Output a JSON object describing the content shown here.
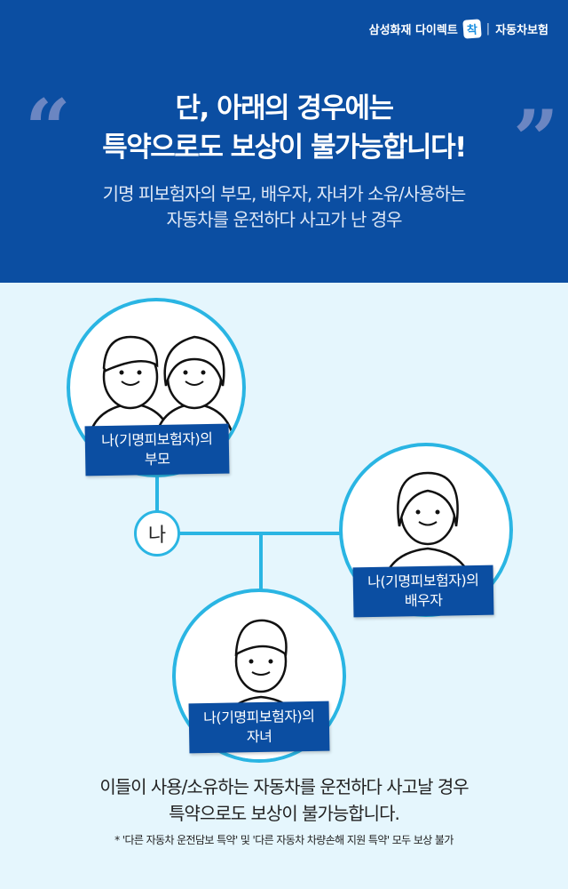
{
  "header": {
    "brand": "삼성화재 다이렉트",
    "brand_logo": "착",
    "category": "자동차보험",
    "title_line1": "단, 아래의 경우에는",
    "title_line2": "특약으로도 보상이 불가능합니다!",
    "sub_line1": "기명 피보험자의 부모, 배우자, 자녀가 소유/사용하는",
    "sub_line2": "자동차를 운전하다 사고가 난 경우",
    "open_quote": "“",
    "close_quote": "”"
  },
  "diagram": {
    "me": "나",
    "parents": {
      "line1": "나(기명피보험자)의",
      "line2": "부모"
    },
    "spouse": {
      "line1": "나(기명피보험자)의",
      "line2": "배우자"
    },
    "child": {
      "line1": "나(기명피보험자)의",
      "line2": "자녀"
    }
  },
  "footer": {
    "line1": "이들이 사용/소유하는 자동차를 운전하다 사고날 경우",
    "line2": "특약으로도 보상이 불가능합니다.",
    "note": "* '다른 자동차 운전담보 특약' 및 '다른 자동차 차량손해 지원 특약' 모두 보상 불가"
  }
}
